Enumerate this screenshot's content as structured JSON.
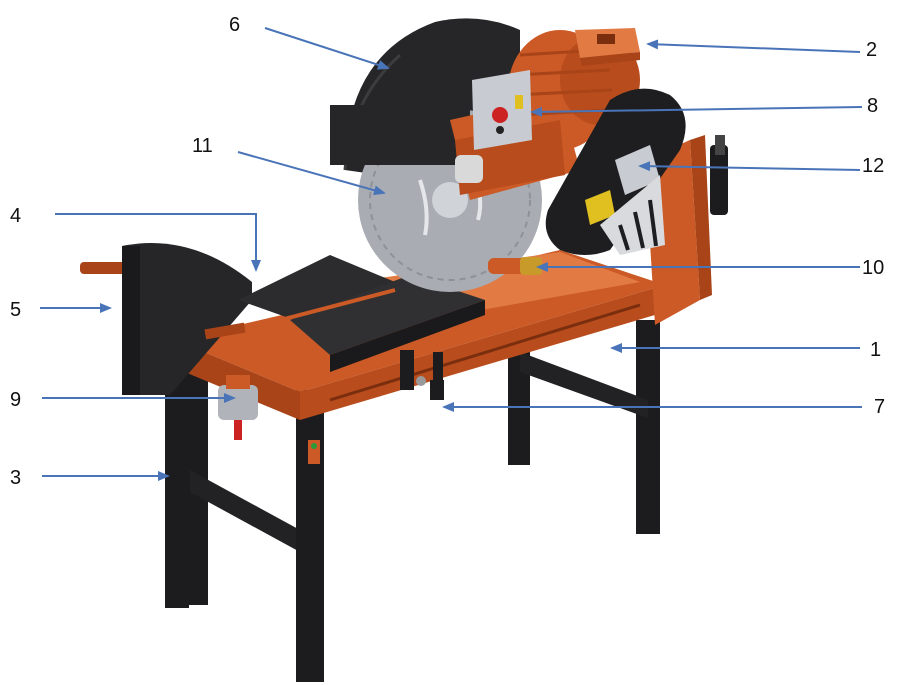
{
  "colors": {
    "frame_orange": "#cc5a26",
    "frame_orange_dark": "#a84418",
    "frame_orange_light": "#e27a44",
    "leg_black": "#1c1c1e",
    "cover_black": "#262628",
    "blade_grey": "#a9adb3",
    "arrow_blue": "#4a74b8",
    "label_text": "#111111"
  },
  "callouts": [
    {
      "id": "c1",
      "label": "1",
      "target": "frame"
    },
    {
      "id": "c2",
      "label": "2",
      "target": "motor-top"
    },
    {
      "id": "c3",
      "label": "3",
      "target": "front-leg"
    },
    {
      "id": "c4",
      "label": "4",
      "target": "sliding-table"
    },
    {
      "id": "c5",
      "label": "5",
      "target": "side-guard"
    },
    {
      "id": "c6",
      "label": "6",
      "target": "blade-cover"
    },
    {
      "id": "c7",
      "label": "7",
      "target": "table-lock"
    },
    {
      "id": "c8",
      "label": "8",
      "target": "control-box"
    },
    {
      "id": "c9",
      "label": "9",
      "target": "water-pump"
    },
    {
      "id": "c10",
      "label": "10",
      "target": "water-nozzle"
    },
    {
      "id": "c11",
      "label": "11",
      "target": "saw-blade"
    },
    {
      "id": "c12",
      "label": "12",
      "target": "belt-guard"
    }
  ]
}
